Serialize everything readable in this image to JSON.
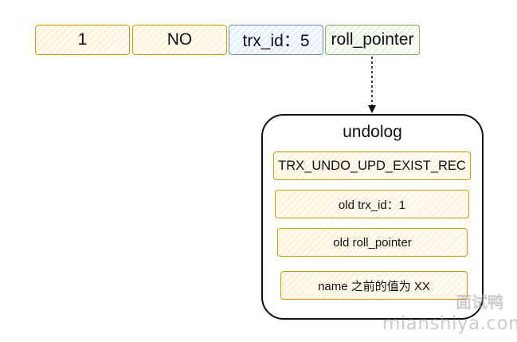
{
  "record": {
    "cells": [
      "1",
      "NO",
      "trx_id：5",
      "roll_pointer"
    ]
  },
  "undolog": {
    "title": "undolog",
    "items": [
      "TRX_UNDO_UPD_EXIST_REC",
      "old trx_id：1",
      "old roll_pointer",
      "name 之前的值为 XX"
    ]
  },
  "watermark": {
    "cn": "面试鸭",
    "url": "mianshiya.com"
  },
  "colors": {
    "orange_border": "#d79b00",
    "blue_border": "#6c8ebf",
    "green_border": "#82b366"
  }
}
